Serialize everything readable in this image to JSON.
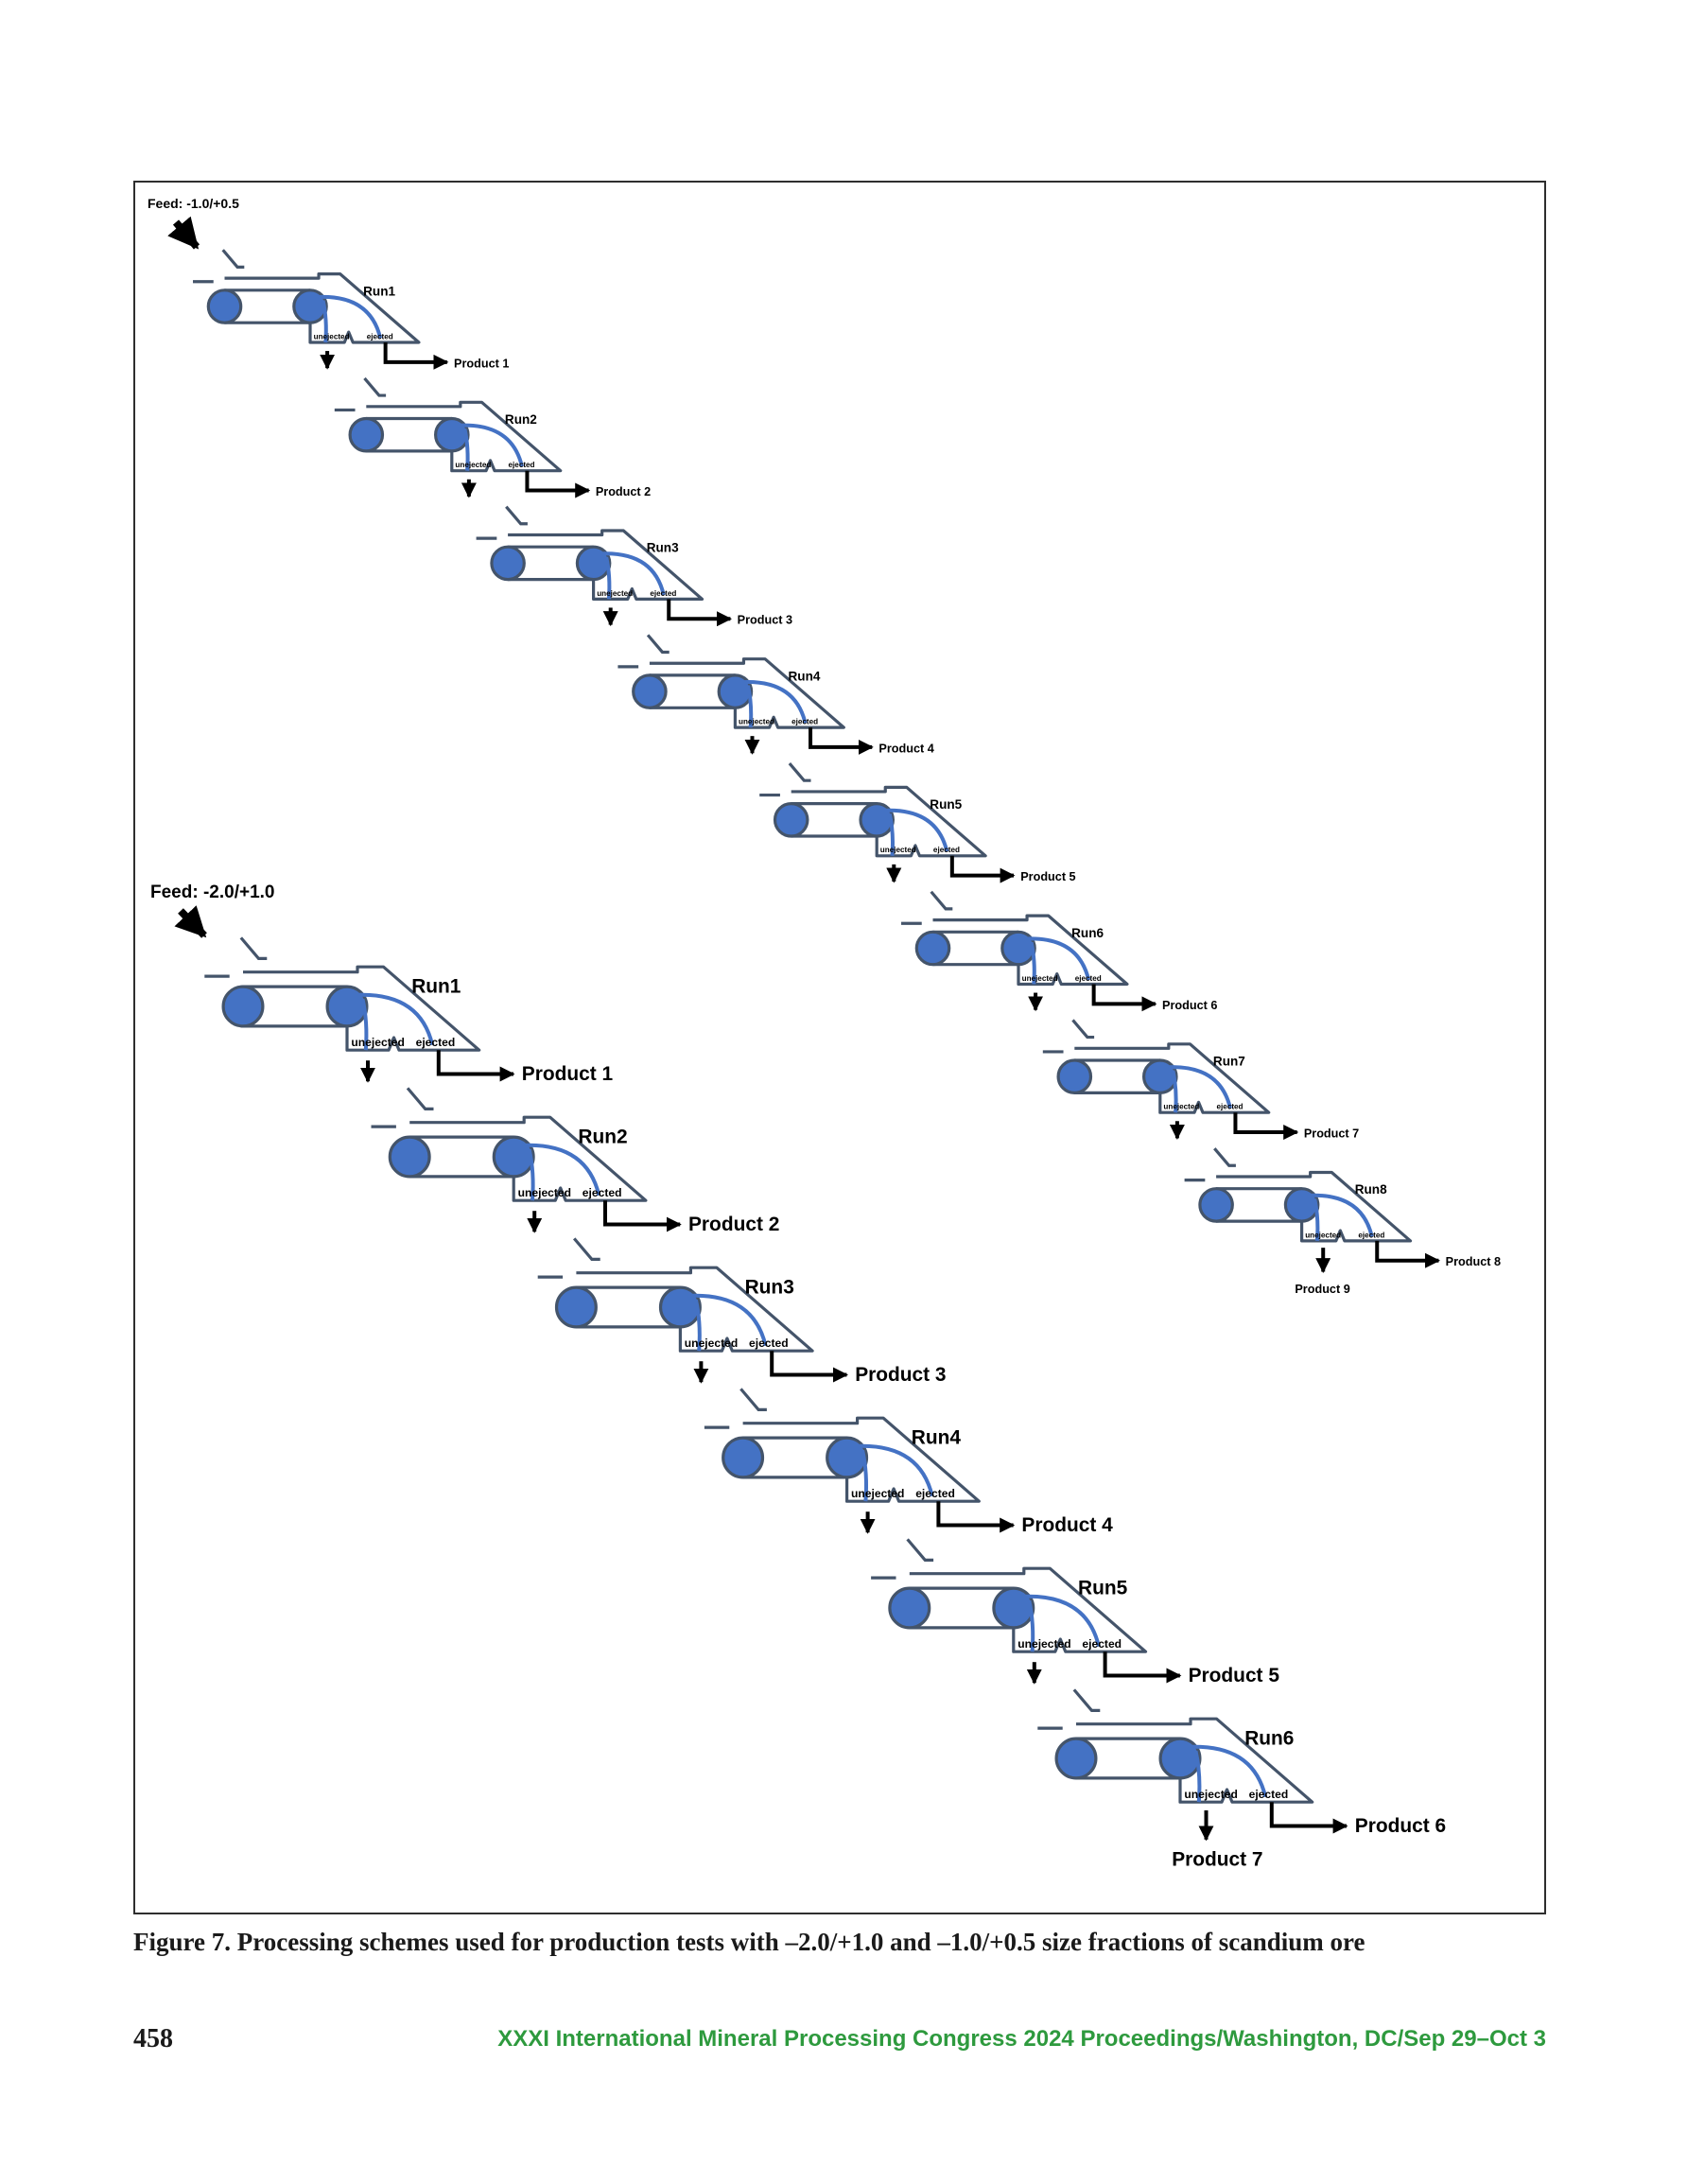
{
  "figure": {
    "caption": "Figure 7. Processing schemes used for production tests with –2.0/+1.0 and –1.0/+0.5 size fractions of scandium ore",
    "schemes": [
      {
        "feed_label": "Feed: -1.0/+0.5",
        "runs": [
          {
            "label": "Run1",
            "unejected": "unejected",
            "ejected": "ejected",
            "product": "Product 1"
          },
          {
            "label": "Run2",
            "unejected": "unejected",
            "ejected": "ejected",
            "product": "Product 2"
          },
          {
            "label": "Run3",
            "unejected": "unejected",
            "ejected": "ejected",
            "product": "Product 3"
          },
          {
            "label": "Run4",
            "unejected": "unejected",
            "ejected": "ejected",
            "product": "Product 4"
          },
          {
            "label": "Run5",
            "unejected": "unejected",
            "ejected": "ejected",
            "product": "Product 5"
          },
          {
            "label": "Run6",
            "unejected": "unejected",
            "ejected": "ejected",
            "product": "Product 6"
          },
          {
            "label": "Run7",
            "unejected": "unejected",
            "ejected": "ejected",
            "product": "Product 7"
          },
          {
            "label": "Run8",
            "unejected": "unejected",
            "ejected": "ejected",
            "product": "Product 8"
          }
        ],
        "final_product": "Product 9"
      },
      {
        "feed_label": "Feed: -2.0/+1.0",
        "runs": [
          {
            "label": "Run1",
            "unejected": "unejected",
            "ejected": "ejected",
            "product": "Product 1"
          },
          {
            "label": "Run2",
            "unejected": "unejected",
            "ejected": "ejected",
            "product": "Product 2"
          },
          {
            "label": "Run3",
            "unejected": "unejected",
            "ejected": "ejected",
            "product": "Product 3"
          },
          {
            "label": "Run4",
            "unejected": "unejected",
            "ejected": "ejected",
            "product": "Product 4"
          },
          {
            "label": "Run5",
            "unejected": "unejected",
            "ejected": "ejected",
            "product": "Product 5"
          },
          {
            "label": "Run6",
            "unejected": "unejected",
            "ejected": "ejected",
            "product": "Product 6"
          }
        ],
        "final_product": "Product 7"
      }
    ]
  },
  "footer": {
    "page_number": "458",
    "running_title": "XXXI International Mineral Processing Congress 2024 Proceedings/Washington, DC/Sep 29–Oct 3"
  },
  "colors": {
    "line": "#44546a",
    "belt_roller": "#4472c4",
    "trajectory": "#4472c4",
    "arrow": "#000000",
    "footer_green": "#2e9a3e"
  }
}
